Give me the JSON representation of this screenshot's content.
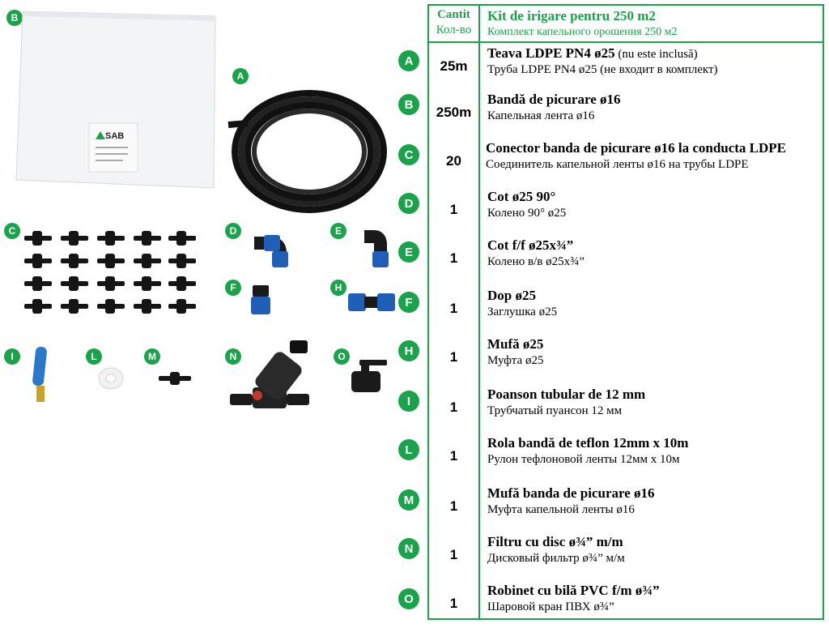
{
  "table": {
    "header": {
      "qty_ro": "Cantit",
      "qty_ru": "Кол-во",
      "title_ro": "Kit de irigare pentru 250 m2",
      "title_ru": "Комплект капельного орошения 250 м2"
    },
    "rows": [
      {
        "letter": "A",
        "qty": "25m",
        "name": "Teava LDPE PN4 ø25",
        "note": " (nu este inclusă)",
        "ru": "Труба LDPE PN4 ø25 (не входит в комплект)"
      },
      {
        "letter": "B",
        "qty": "250m",
        "name": "Bandă de picurare ø16",
        "note": "",
        "ru": "Капельная лента ø16"
      },
      {
        "letter": "C",
        "qty": "20",
        "name": "Conector banda de picurare ø16 la conducta LDPE",
        "note": "",
        "ru": "Соединитель капельной ленты ø16 на трубы LDPE"
      },
      {
        "letter": "D",
        "qty": "1",
        "name": "Cot ø25 90°",
        "note": "",
        "ru": "Колено 90° ø25"
      },
      {
        "letter": "E",
        "qty": "1",
        "name": "Cot f/f ø25x¾”",
        "note": "",
        "ru": "Колено в/в ø25x¾”"
      },
      {
        "letter": "F",
        "qty": "1",
        "name": "Dop ø25",
        "note": "",
        "ru": "Заглушка ø25"
      },
      {
        "letter": "H",
        "qty": "1",
        "name": "Mufă ø25",
        "note": "",
        "ru": "Муфта ø25"
      },
      {
        "letter": "I",
        "qty": "1",
        "name": "Poanson tubular de 12 mm",
        "note": "",
        "ru": "Трубчатый пуансон 12 мм"
      },
      {
        "letter": "L",
        "qty": "1",
        "name": "Rola bandă de teflon 12mm x 10m",
        "note": "",
        "ru": "Рулон тефлоновой ленты 12мм x 10м"
      },
      {
        "letter": "M",
        "qty": "1",
        "name": "Mufă banda de picurare ø16",
        "note": "",
        "ru": "Муфта капельной ленты ø16"
      },
      {
        "letter": "N",
        "qty": "1",
        "name": "Filtru cu disc ø¾” m/m",
        "note": "",
        "ru": "Дисковый фильтр ø¾” м/м"
      },
      {
        "letter": "O",
        "qty": "1",
        "name": "Robinet cu bilă PVC f/m ø¾”",
        "note": "",
        "ru": "Шаровой кран ПВХ ø¾”"
      }
    ]
  },
  "photos": {
    "box_brand": "SAB",
    "labels": [
      "A",
      "B",
      "C",
      "D",
      "E",
      "F",
      "H",
      "I",
      "L",
      "M",
      "N",
      "O"
    ]
  },
  "colors": {
    "accent": "#1aa34a",
    "pipe": "#111111",
    "blue_nut": "#1f5fb8"
  }
}
